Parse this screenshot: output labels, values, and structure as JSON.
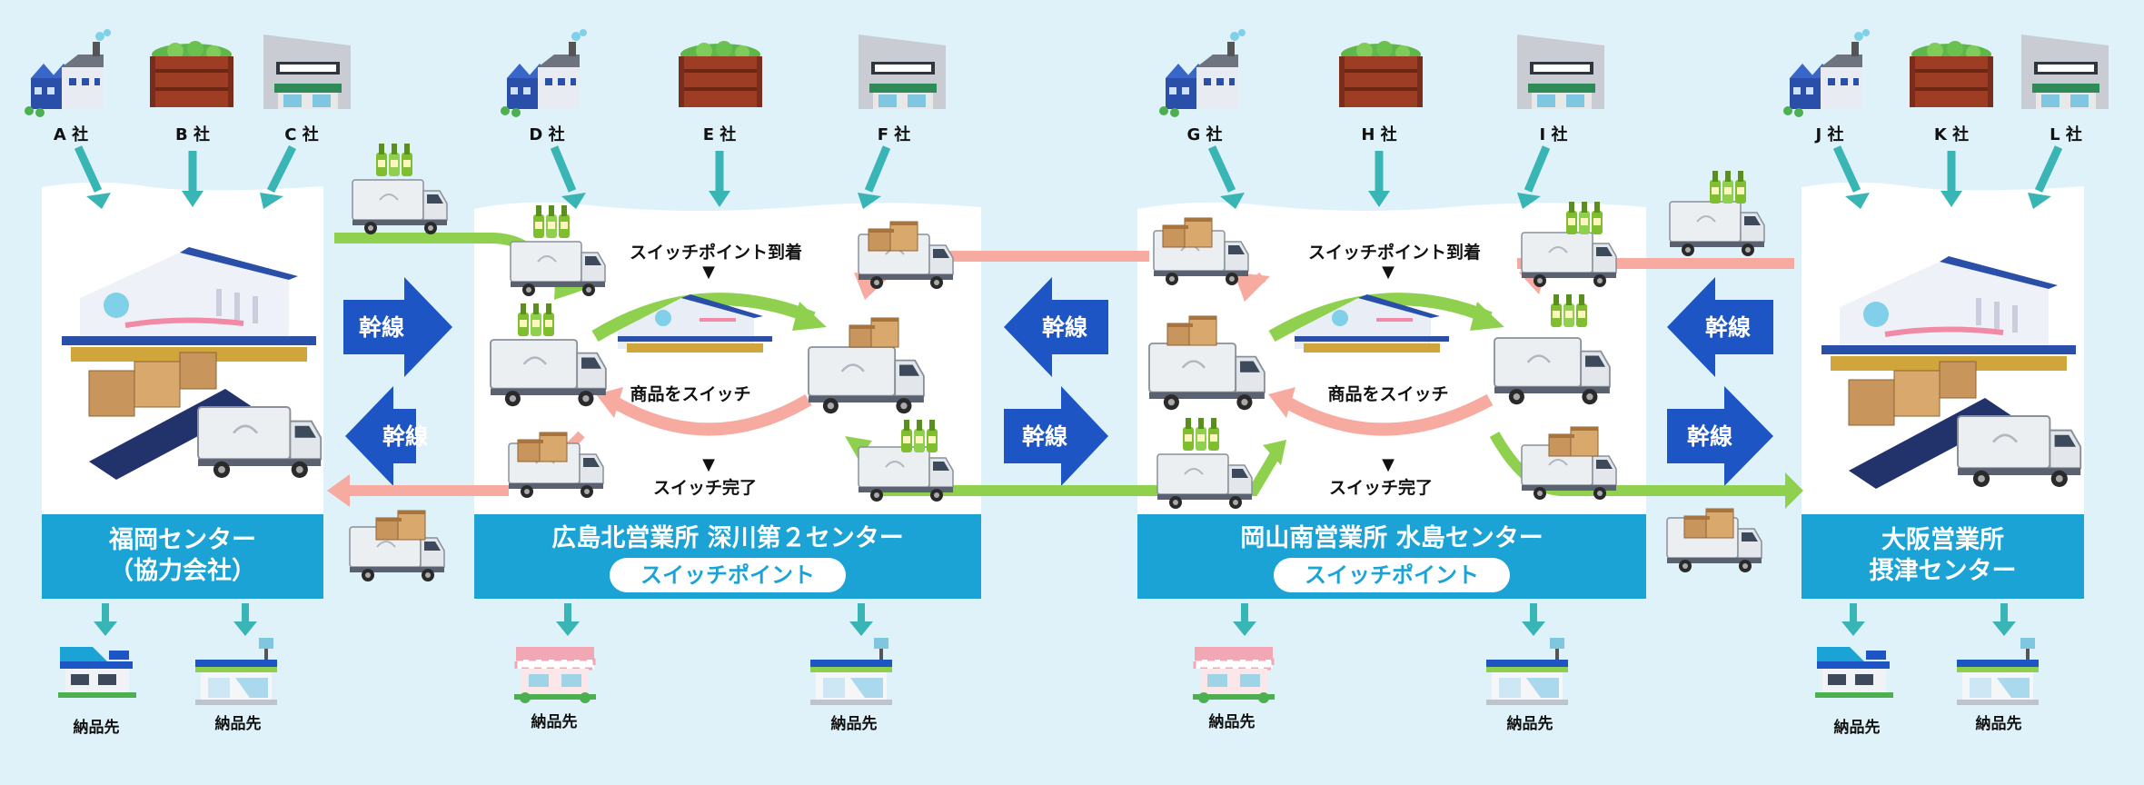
{
  "companies": [
    "A 社",
    "B 社",
    "C 社",
    "D 社",
    "E 社",
    "F 社",
    "G 社",
    "H 社",
    "I 社",
    "J 社",
    "K 社",
    "L 社"
  ],
  "centers": {
    "fukuoka": {
      "line1": "福岡センター",
      "line2": "（協力会社）"
    },
    "hiroshima": {
      "line1": "広島北営業所 深川第２センター",
      "badge": "スイッチポイント"
    },
    "okayama": {
      "line1": "岡山南営業所 水島センター",
      "badge": "スイッチポイント"
    },
    "osaka": {
      "line1": "大阪営業所",
      "line2": "摂津センター"
    }
  },
  "trunk_label": "幹線",
  "switch": {
    "arrival": "スイッチポイント到着",
    "switch": "商品をスイッチ",
    "complete": "スイッチ完了",
    "marker": "▼"
  },
  "delivery_label": "納品先",
  "colors": {
    "green": "#8fd14f",
    "pink": "#f6aaa0",
    "navy": "#1d55c4",
    "teal": "#3ab5b5",
    "bar": "#1aa3d4"
  }
}
